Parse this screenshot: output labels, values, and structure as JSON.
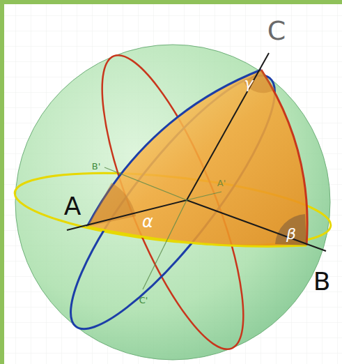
{
  "diagram": {
    "labels": [
      "C",
      "B'",
      "A'",
      "A",
      "α",
      "γ",
      "β",
      "C'",
      "B"
    ]
  }
}
